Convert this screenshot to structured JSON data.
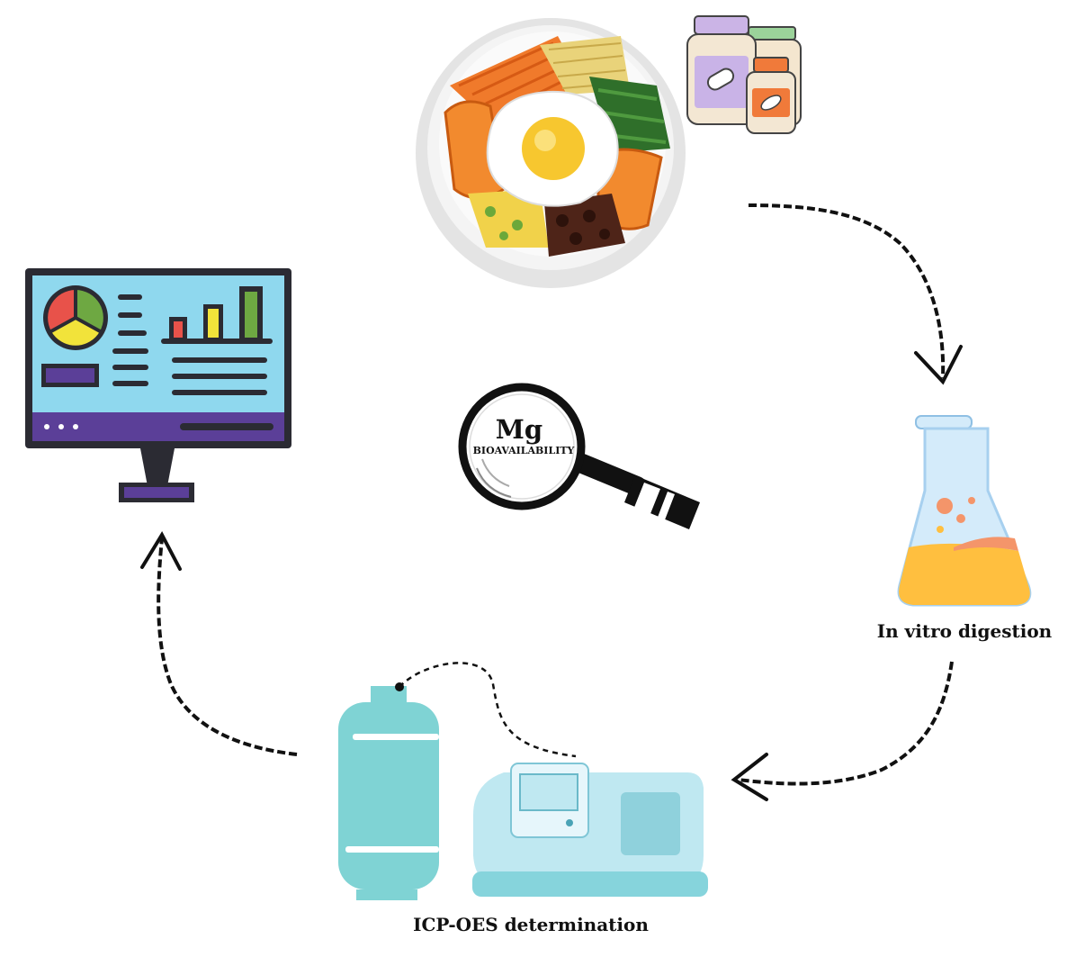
{
  "magnifier": {
    "element": "Mg",
    "subtitle": "BIOAVAILABILITY"
  },
  "labels": {
    "digestion": "In vitro digestion",
    "icp": "ICP-OES determination"
  },
  "colors": {
    "monitor_screen": "#8fd8ee",
    "monitor_frame": "#2b2b33",
    "monitor_bar": "#5b3f98",
    "pie_red": "#e8524a",
    "pie_green": "#6ea842",
    "pie_yellow": "#f2e33a",
    "flask_liquid": "#ffbf3f",
    "flask_glass": "#d4ebfa",
    "cylinder": "#7fd3d4",
    "instrument": "#bfe8f1",
    "arrow": "#111111"
  },
  "icons": [
    "food-bowl-icon",
    "supplement-jars-icon",
    "flask-icon",
    "gas-cylinder-icon",
    "spectrometer-icon",
    "monitor-dashboard-icon",
    "magnifying-glass-icon"
  ]
}
